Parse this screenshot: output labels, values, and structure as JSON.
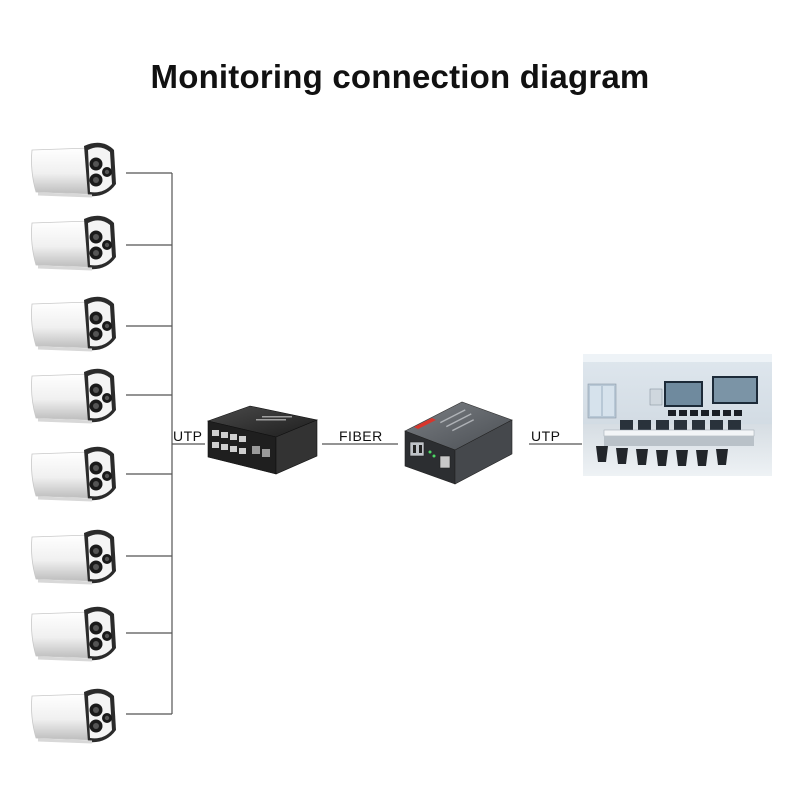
{
  "title": "Monitoring connection diagram",
  "labels": {
    "utp_left": "UTP",
    "fiber": "FIBER",
    "utp_right": "UTP"
  },
  "cameras": [
    {
      "id": 1
    },
    {
      "id": 2
    },
    {
      "id": 3
    },
    {
      "id": 4
    },
    {
      "id": 5
    },
    {
      "id": 6
    },
    {
      "id": 7
    },
    {
      "id": 8
    }
  ],
  "colors": {
    "line": "#555555",
    "switch_body": "#2a2a2a",
    "converter_body": "#55585c",
    "converter_brand": "#d9352b"
  },
  "icons": {
    "camera": "bullet-camera-icon",
    "switch": "network-switch-icon",
    "converter": "media-converter-icon",
    "control_room": "control-room-image"
  }
}
